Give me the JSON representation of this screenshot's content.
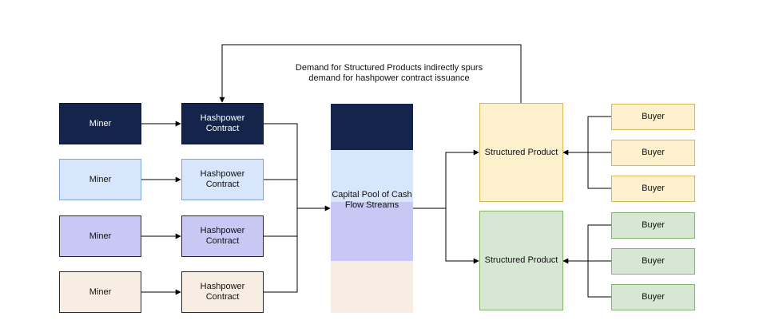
{
  "miners": [
    {
      "label": "Miner",
      "color": "#14244a"
    },
    {
      "label": "Miner",
      "color": "#d7e6fb"
    },
    {
      "label": "Miner",
      "color": "#c9c7f4"
    },
    {
      "label": "Miner",
      "color": "#f8ede3"
    }
  ],
  "contracts": [
    {
      "label": "Hashpower Contract"
    },
    {
      "label": "Hashpower Contract"
    },
    {
      "label": "Hashpower Contract"
    },
    {
      "label": "Hashpower Contract"
    }
  ],
  "pool": {
    "label": "Capital Pool of Cash Flow Streams",
    "segment_colors": [
      "#14244a",
      "#d7e6fb",
      "#c9c7f4",
      "#f8ede3"
    ]
  },
  "products": [
    {
      "label": "Structured Product",
      "color": "#fcf0cd"
    },
    {
      "label": "Structured Product",
      "color": "#d6e8d4"
    }
  ],
  "buyers_top": [
    "Buyer",
    "Buyer",
    "Buyer"
  ],
  "buyers_bottom": [
    "Buyer",
    "Buyer",
    "Buyer"
  ],
  "feedback_note": "Demand for Structured Products indirectly spurs demand for hashpower contract issuance"
}
